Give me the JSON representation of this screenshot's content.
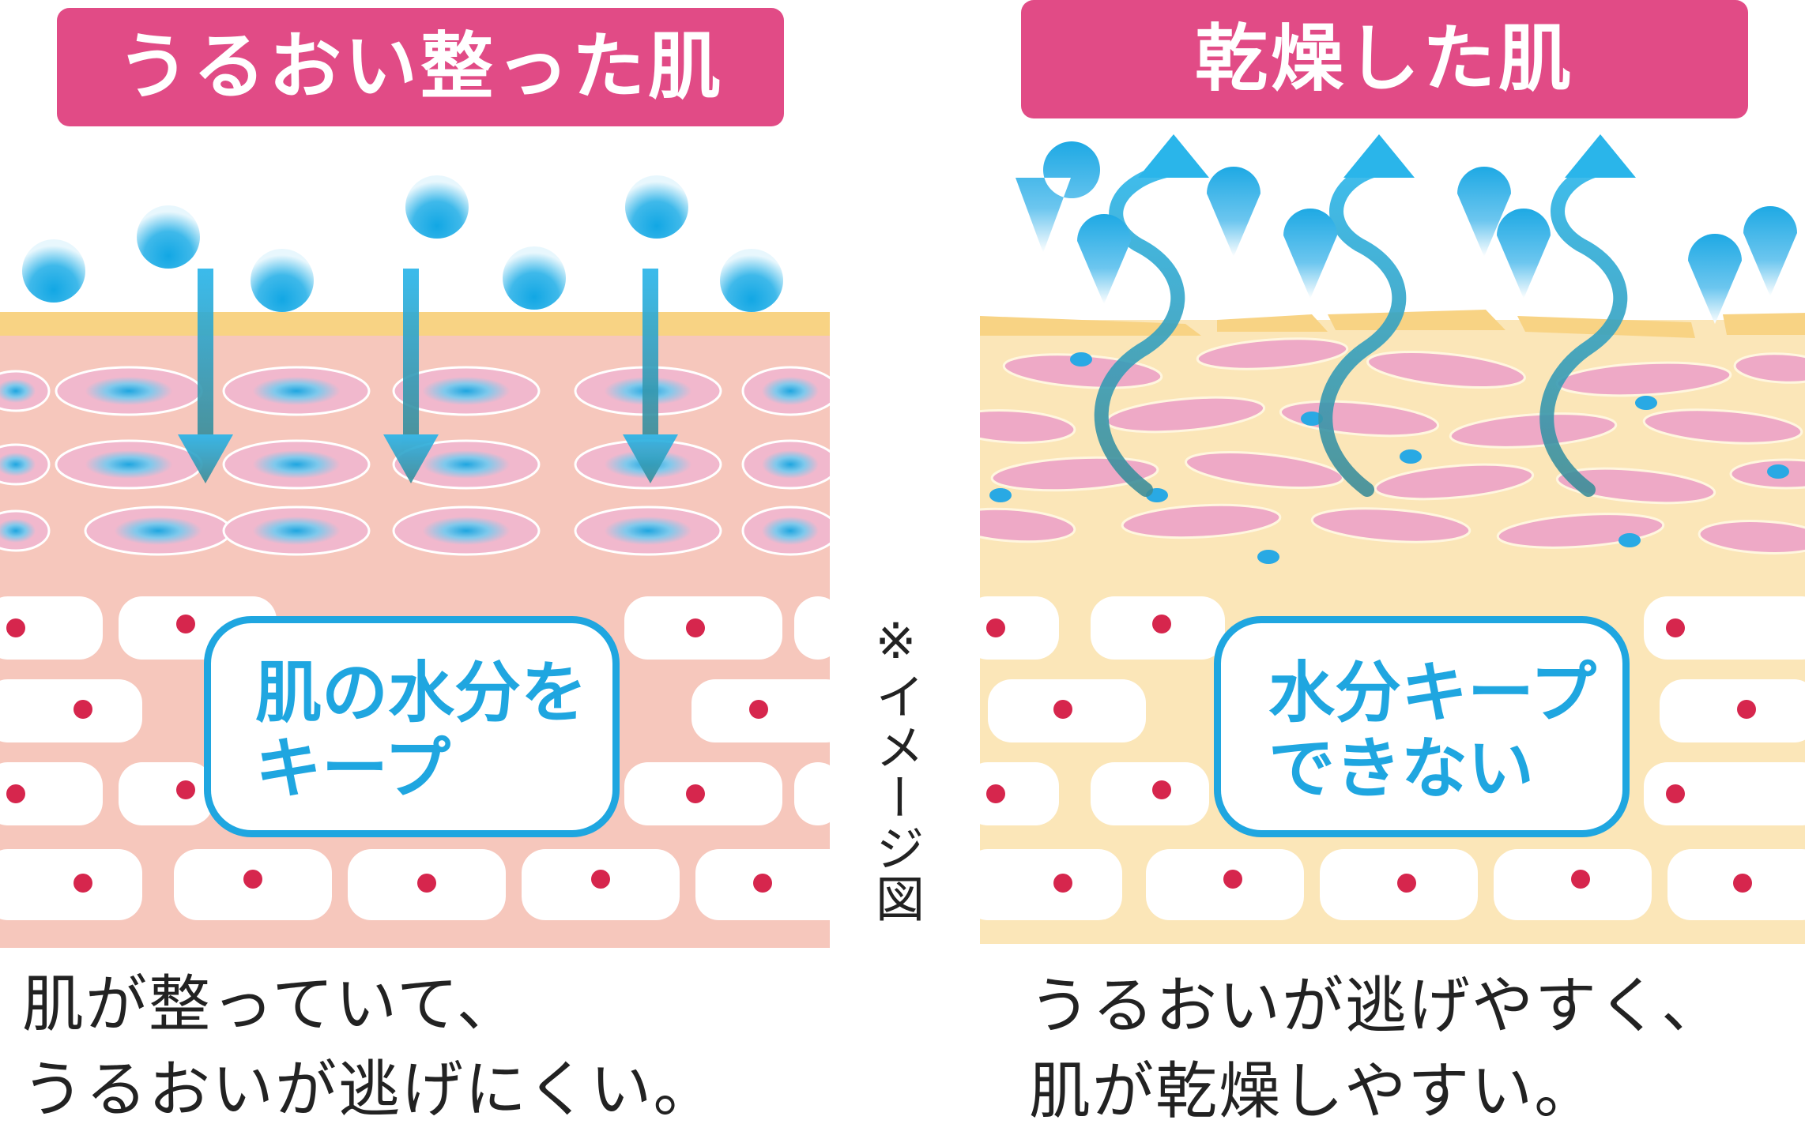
{
  "left": {
    "title": "うるおい整った肌",
    "status_line1": "肌の水分を",
    "status_line2": "キープ",
    "caption_line1": "肌が整っていて、",
    "caption_line2": "うるおいが逃げにくい。"
  },
  "right": {
    "title": "乾燥した肌",
    "status_line1": "水分キープ",
    "status_line2": "できない",
    "caption_line1": "うるおいが逃げやすく、",
    "caption_line2": "肌が乾燥しやすい。"
  },
  "note": "※イメージ図",
  "colors": {
    "header": "#e14b86",
    "accent_blue": "#1fa6e0",
    "moist_skin": "#f6c7bc",
    "dry_skin": "#fbe6b8",
    "cell_pink": "#eea9c6",
    "nucleus_red": "#d6264d"
  }
}
